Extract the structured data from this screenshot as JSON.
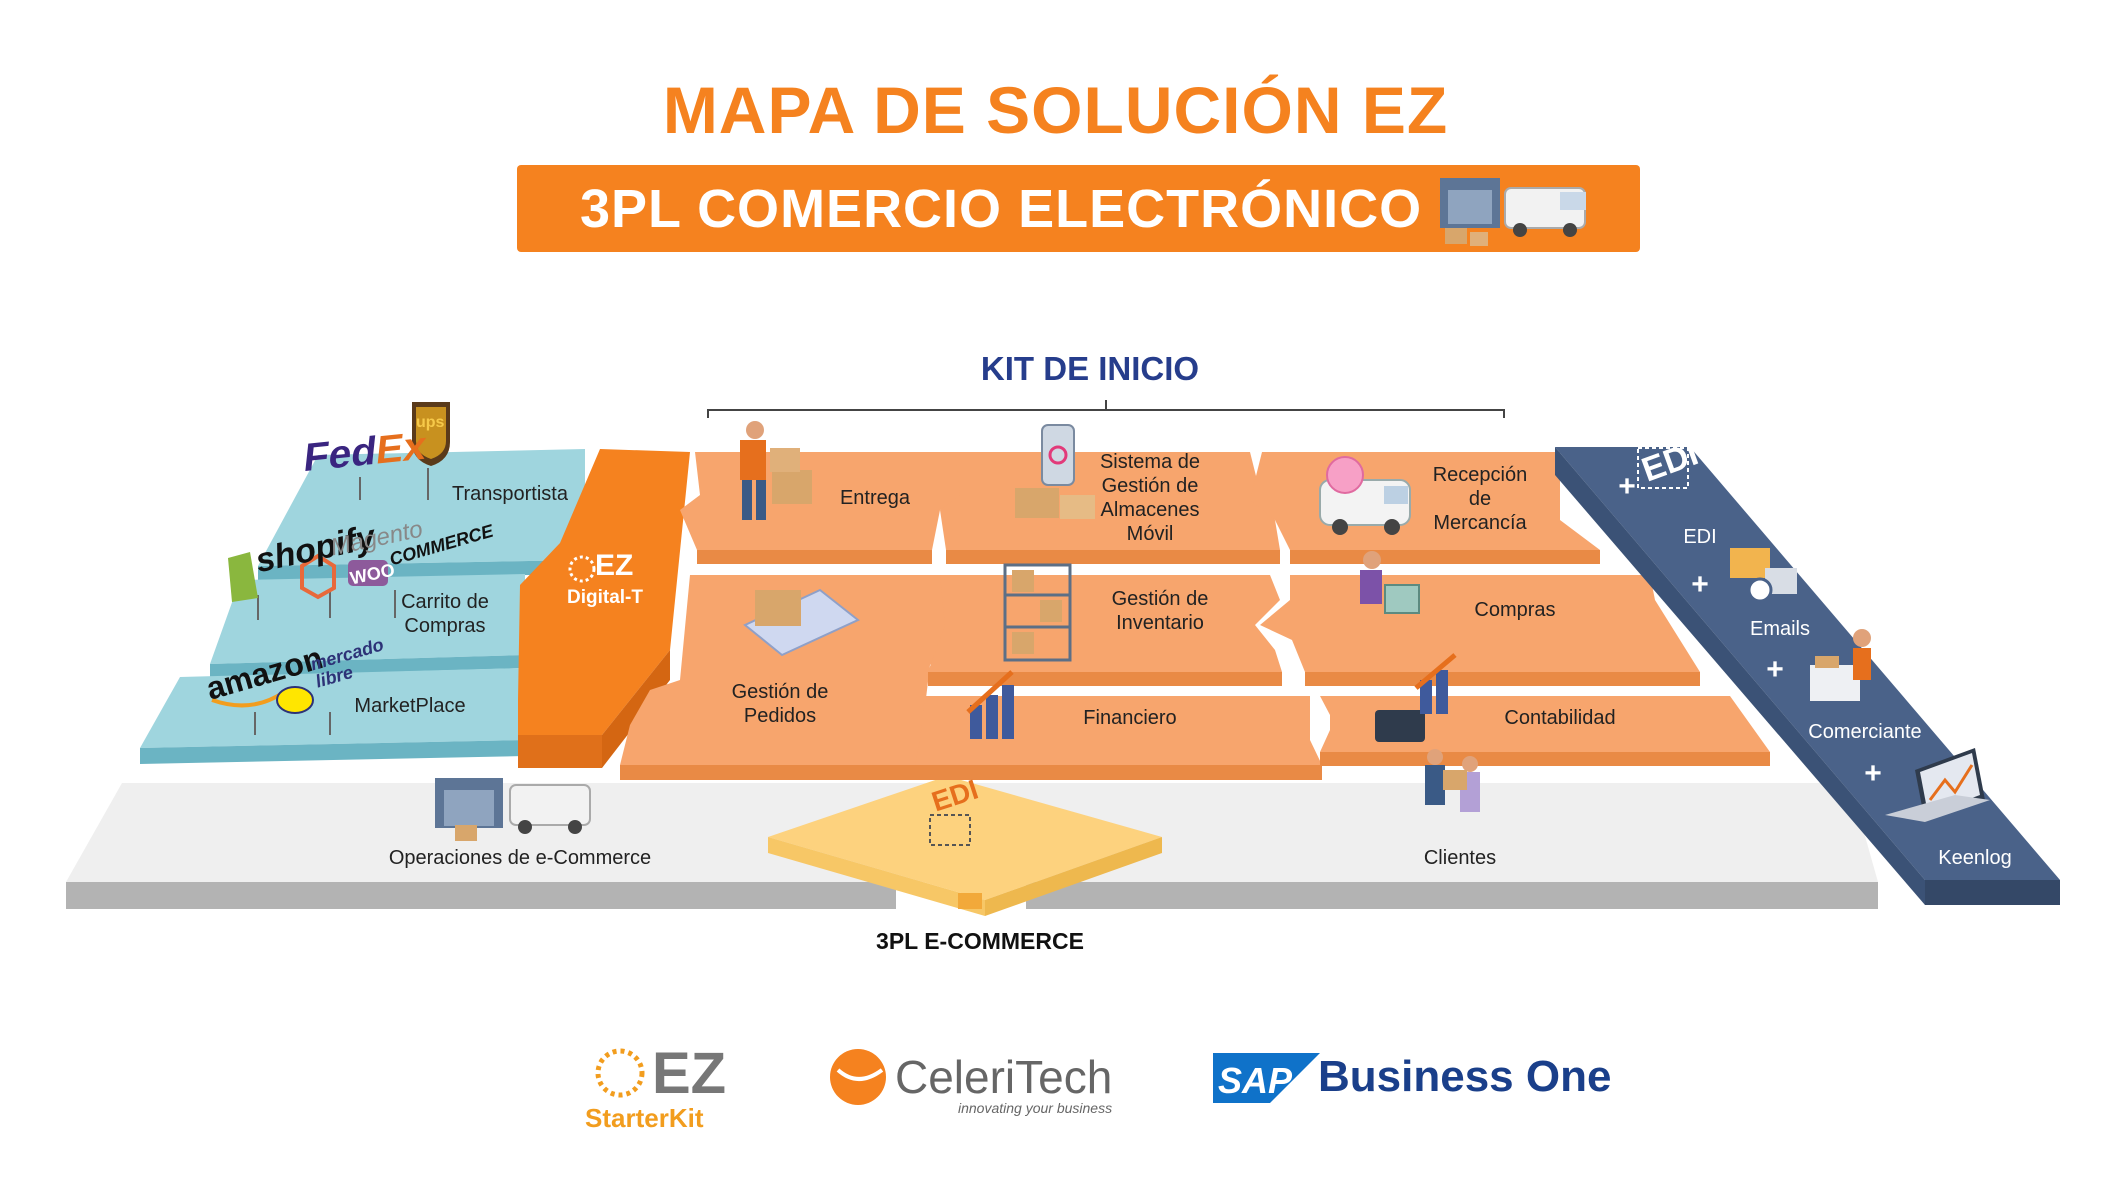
{
  "title": "MAPA DE SOLUCIÓN EZ",
  "subtitle": "3PL COMERCIO ELECTRÓNICO",
  "kit_label": "KIT DE INICIO",
  "left_panel": {
    "transportista": "Transportista",
    "carrito_line1": "Carrito de",
    "carrito_line2": "Compras",
    "marketplace": "MarketPlace",
    "brands": {
      "fedex_fed": "Fed",
      "fedex_ex": "Ex",
      "ups": "ups",
      "shopify": "shopify",
      "magento": "Magento",
      "woo": "WOO",
      "commerce": "COMMERCE",
      "amazon": "amazon",
      "mercado": "mercado",
      "libre": "libre"
    }
  },
  "ez_digital": {
    "ez": "EZ",
    "digital": "Digital-T"
  },
  "modules": {
    "entrega": "Entrega",
    "wms_line1": "Sistema de",
    "wms_line2": "Gestión de",
    "wms_line3": "Almacenes",
    "wms_line4": "Móvil",
    "recepcion_line1": "Recepción",
    "recepcion_line2": "de",
    "recepcion_line3": "Mercancía",
    "pedidos_line1": "Gestión de",
    "pedidos_line2": "Pedidos",
    "inventario_line1": "Gestión de",
    "inventario_line2": "Inventario",
    "compras": "Compras",
    "financiero": "Financiero",
    "contabilidad": "Contabilidad"
  },
  "floor": {
    "operaciones": "Operaciones de e-Commerce",
    "clientes": "Clientes",
    "edi_center": "EDI",
    "bottom_label": "3PL E-COMMERCE"
  },
  "right_panel": {
    "edi_icon": "EDI",
    "edi": "EDI",
    "emails": "Emails",
    "comerciante": "Comerciante",
    "keenlog": "Keenlog",
    "plus": "+"
  },
  "logos": {
    "ez_starter_ez": "EZ",
    "ez_starter_kit": "StarterKit",
    "celeritech": "CeleriTech",
    "celeritech_tagline": "innovating your business",
    "sap": "SAP",
    "business_one": "Business One"
  },
  "colors": {
    "orange": "#f5821f",
    "module_orange": "#f7a56d",
    "navy": "#263d8c",
    "slate": "#4a6289",
    "teal": "#9fd5de",
    "yellow": "#fdd27e",
    "floor": "#efefef"
  }
}
